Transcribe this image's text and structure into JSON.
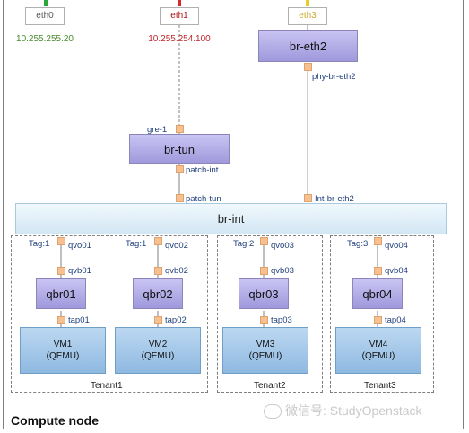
{
  "nics": [
    {
      "name": "eth0",
      "ip": "10.255.255.20",
      "ip_color": "#4a8a2e",
      "bar_color": "#2aa63a"
    },
    {
      "name": "eth1",
      "ip": "10.255.254.100",
      "ip_color": "#c0272d",
      "bar_color": "#d9272e"
    },
    {
      "name": "eth3",
      "ip": "",
      "ip_color": "#c9a72b",
      "bar_color": "#e8cc2b"
    }
  ],
  "bridges": {
    "br_eth2": "br-eth2",
    "br_tun": "br-tun",
    "br_int": "br-int",
    "qbr01": "qbr01",
    "qbr02": "qbr02",
    "qbr03": "qbr03",
    "qbr04": "qbr04"
  },
  "ports": {
    "phy_br_eth2": "phy-br-eth2",
    "gre_1": "gre-1",
    "patch_int": "patch-int",
    "patch_tun": "patch-tun",
    "int_br_eth2": "Int-br-eth2",
    "qvo01": "qvo01",
    "qvo02": "qvo02",
    "qvo03": "qvo03",
    "qvo04": "qvo04",
    "qvb01": "qvb01",
    "qvb02": "qvb02",
    "qvb03": "qvb03",
    "qvb04": "qvb04",
    "tap01": "tap01",
    "tap02": "tap02",
    "tap03": "tap03",
    "tap04": "tap04"
  },
  "tags": {
    "t1a": "Tag:1",
    "t1b": "Tag:1",
    "t2": "Tag:2",
    "t3": "Tag:3"
  },
  "vms": [
    {
      "line1": "VM1",
      "line2": "(QEMU)"
    },
    {
      "line1": "VM2",
      "line2": "(QEMU)"
    },
    {
      "line1": "VM3",
      "line2": "(QEMU)"
    },
    {
      "line1": "VM4",
      "line2": "(QEMU)"
    }
  ],
  "tenants": {
    "t1": "Tenant1",
    "t2": "Tenant2",
    "t3": "Tenant3"
  },
  "compute_node": "Compute node",
  "watermark": "微信号: StudyOpenstack"
}
